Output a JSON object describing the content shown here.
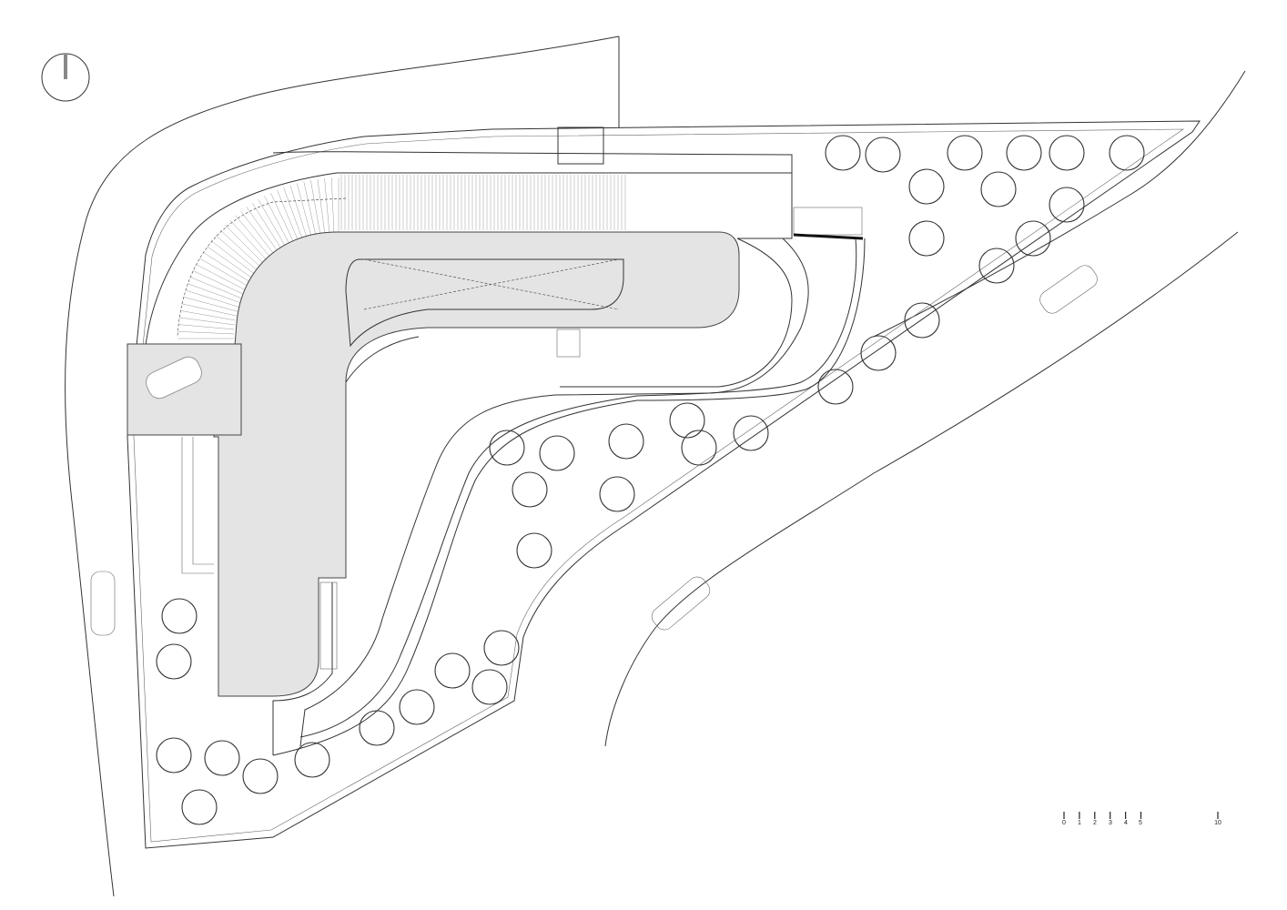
{
  "drawing": {
    "type": "site plan",
    "north_arrow": {
      "icon": "north-arrow-icon"
    },
    "scale_bar": {
      "labels": [
        "0",
        "1",
        "2",
        "3",
        "4",
        "5",
        "10"
      ],
      "values": [
        0,
        1,
        2,
        3,
        4,
        5,
        10
      ],
      "unit": "m"
    }
  }
}
